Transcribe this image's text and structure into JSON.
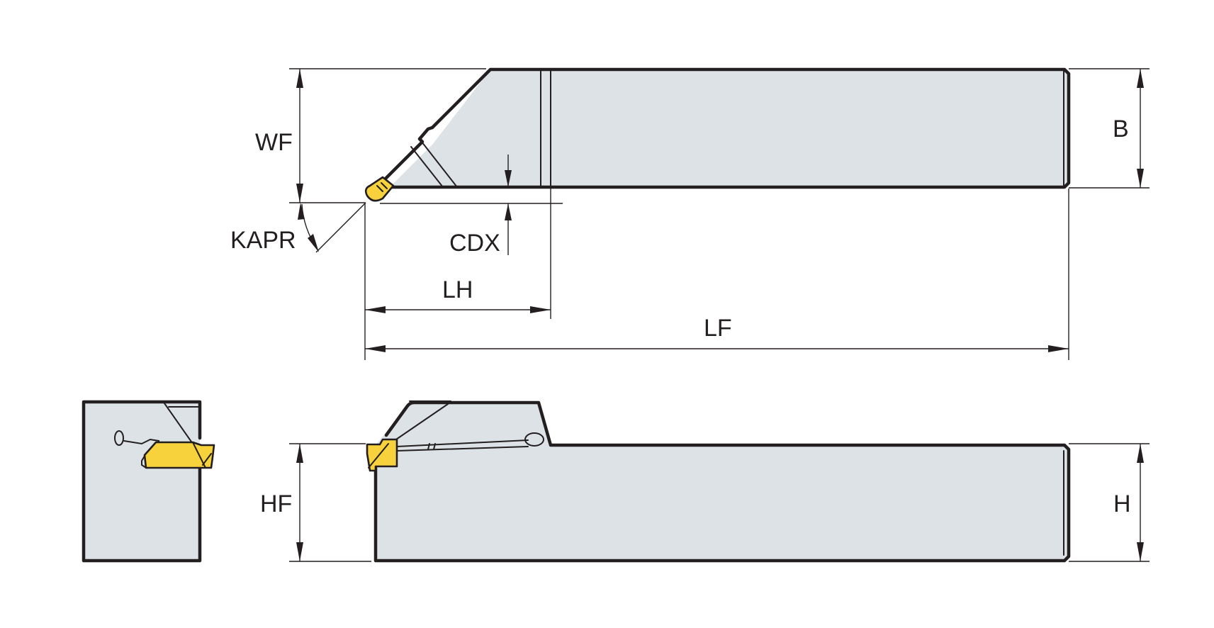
{
  "labels": {
    "wf": "WF",
    "kapr": "KAPR",
    "cdx": "CDX",
    "lh": "LH",
    "lf": "LF",
    "b": "B",
    "hf": "HF",
    "h": "H"
  },
  "colors": {
    "body": "#dde2e6",
    "outline": "#231f20",
    "insert": "#f7d23c"
  }
}
